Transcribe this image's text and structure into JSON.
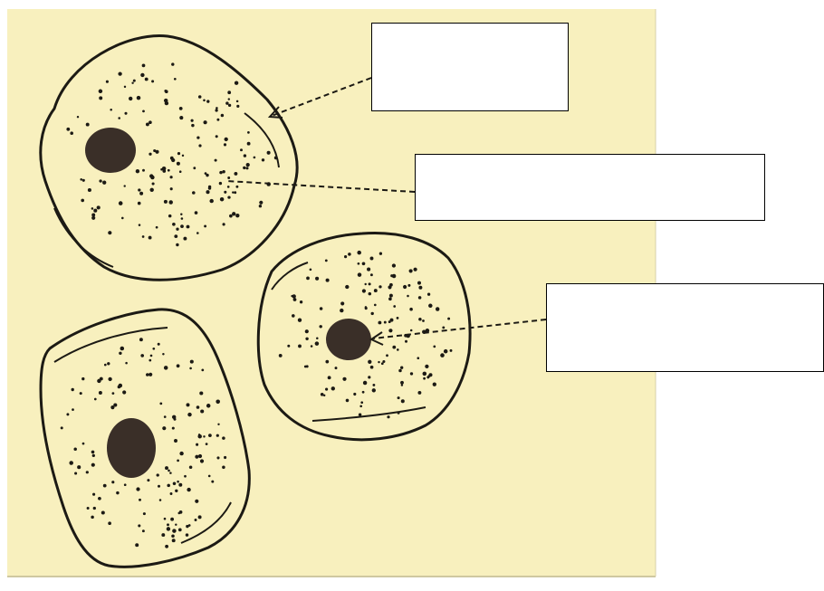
{
  "diagram": {
    "subject": "cheek-cells",
    "colors": {
      "paper": "#f8f0be",
      "ink": "#1c1a14",
      "nucleus": "#3a2f28",
      "label_box_fill": "#ffffff",
      "label_box_border": "#000000"
    }
  },
  "labels": [
    {
      "id": "label-box-1",
      "text": ""
    },
    {
      "id": "label-box-2",
      "text": ""
    },
    {
      "id": "label-box-3",
      "text": ""
    }
  ]
}
